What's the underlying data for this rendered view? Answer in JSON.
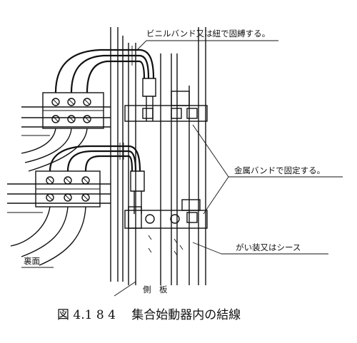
{
  "figure": {
    "caption": "図 4.1 8 4　 集合始動器内の結線",
    "labels": {
      "vinyl_band": "ビニルバンド又は紐で固縛する。",
      "metal_band": "金属バンドで固定する。",
      "sheath": "がい装又はシース",
      "back_side": "裏面",
      "side_panel": "側　板"
    }
  }
}
